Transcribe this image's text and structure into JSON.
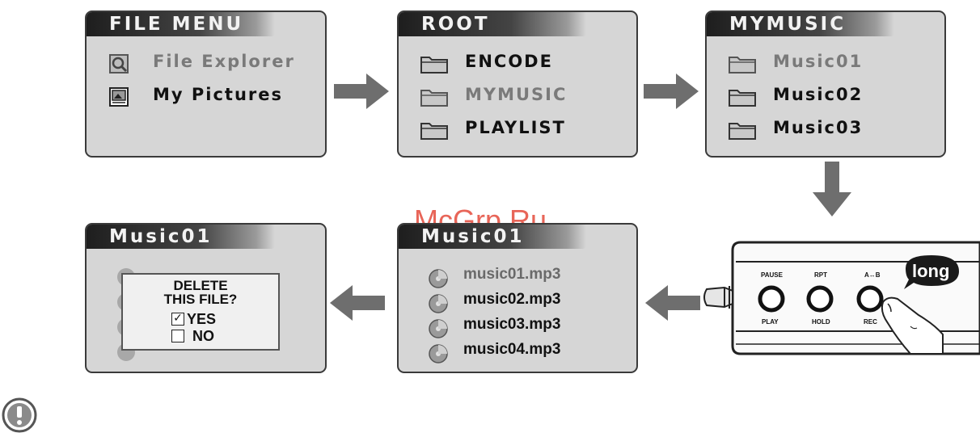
{
  "watermark": "McGrp.Ru",
  "panels": {
    "file_menu": {
      "title": "FILE MENU",
      "items": [
        "File Explorer",
        "My Pictures"
      ]
    },
    "root": {
      "title": "ROOT",
      "items": [
        "ENCODE",
        "MYMUSIC",
        "PLAYLIST"
      ]
    },
    "mymusic": {
      "title": "MYMUSIC",
      "items": [
        "Music01",
        "Music02",
        "Music03"
      ]
    },
    "music01_list": {
      "title": "Music01",
      "files": [
        "music01.mp3",
        "music02.mp3",
        "music03.mp3",
        "music04.mp3"
      ]
    },
    "music01_delete": {
      "title": "Music01",
      "dialog": {
        "line1": "DELETE",
        "line2": "THIS FILE?",
        "yes": "YES",
        "no": "NO",
        "yes_mark": "✓"
      }
    }
  },
  "device": {
    "bubble": "long",
    "buttons_top": [
      "PAUSE",
      "RPT",
      "A↔B"
    ],
    "buttons_bottom": [
      "PLAY",
      "HOLD",
      "REC"
    ]
  },
  "colors": {
    "panel_bg": "#d6d6d6",
    "arrow": "#6e6e6e",
    "watermark": "#e23a2a"
  }
}
